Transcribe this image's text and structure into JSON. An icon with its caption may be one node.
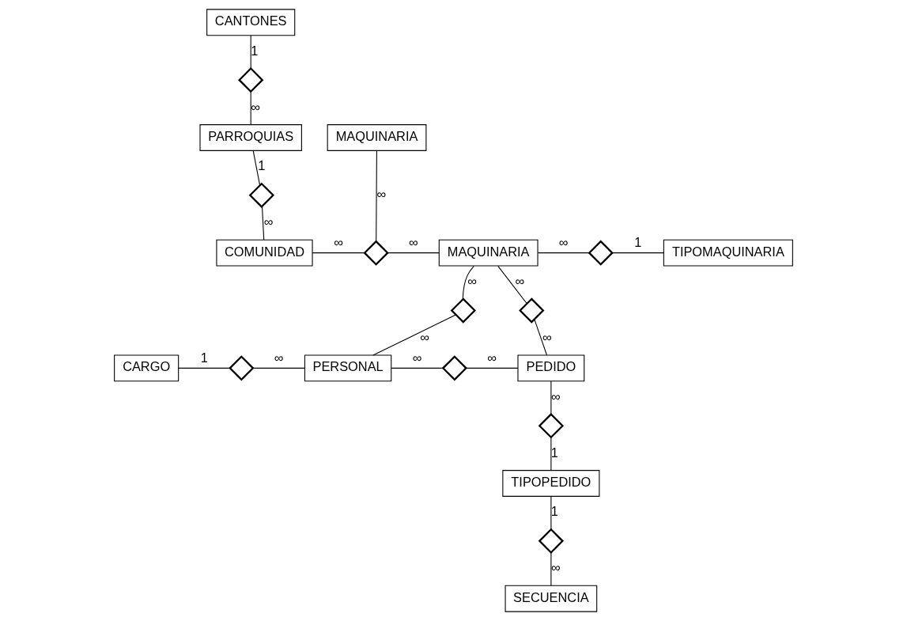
{
  "diagram": {
    "nodes": [
      {
        "text": [
          "CANTONES"
        ]
      },
      {
        "text": [
          "PARROQUIAS"
        ]
      },
      {
        "text": [
          "COMUNIDAD"
        ]
      },
      {
        "text": [
          "MAQUINARIA"
        ]
      },
      {
        "text": [
          "MAQUINARIA"
        ]
      },
      {
        "text": [
          "TIPOMAQUINARIA"
        ]
      },
      {
        "text": [
          "CARGO"
        ]
      },
      {
        "text": [
          "PERSONAL"
        ]
      },
      {
        "text": [
          "PEDIDO"
        ]
      },
      {
        "text": [
          "TIPOPEDIDO"
        ]
      },
      {
        "text": [
          "SECUENCIA"
        ]
      },
      {
        "text": [],
        "shape": "diamond"
      },
      {
        "text": [],
        "shape": "diamond"
      },
      {
        "text": [],
        "shape": "diamond"
      },
      {
        "text": [],
        "shape": "diamond"
      },
      {
        "text": [],
        "shape": "diamond"
      },
      {
        "text": [],
        "shape": "diamond"
      },
      {
        "text": [],
        "shape": "diamond"
      },
      {
        "text": [],
        "shape": "diamond"
      },
      {
        "text": [],
        "shape": "diamond"
      },
      {
        "text": [],
        "shape": "diamond"
      }
    ],
    "edges": [
      {
        "from": 0,
        "to": 11,
        "arrow": "none",
        "label": "1"
      },
      {
        "from": 1,
        "to": 11,
        "arrow": "none",
        "label": "∞"
      },
      {
        "from": 1,
        "to": 12,
        "arrow": "none",
        "label": "1"
      },
      {
        "from": 2,
        "to": 12,
        "arrow": "none",
        "label": "∞"
      },
      {
        "from": 2,
        "to": 13,
        "arrow": "none",
        "label": "∞"
      },
      {
        "from": 3,
        "to": 13,
        "arrow": "none",
        "label": "∞"
      },
      {
        "from": 4,
        "to": 13,
        "arrow": "none",
        "label": "∞"
      },
      {
        "from": 4,
        "to": 14,
        "arrow": "none",
        "label": "∞"
      },
      {
        "from": 5,
        "to": 14,
        "arrow": "none",
        "label": "1"
      },
      {
        "from": 4,
        "to": 15,
        "arrow": "none",
        "label": "∞"
      },
      {
        "from": 7,
        "to": 15,
        "arrow": "none",
        "label": "∞"
      },
      {
        "from": 4,
        "to": 16,
        "arrow": "none",
        "label": "∞"
      },
      {
        "from": 8,
        "to": 16,
        "arrow": "none",
        "label": "∞"
      },
      {
        "from": 6,
        "to": 17,
        "arrow": "none",
        "label": "1"
      },
      {
        "from": 7,
        "to": 17,
        "arrow": "none",
        "label": "∞"
      },
      {
        "from": 7,
        "to": 18,
        "arrow": "none",
        "label": "∞"
      },
      {
        "from": 8,
        "to": 18,
        "arrow": "none",
        "label": "∞"
      },
      {
        "from": 8,
        "to": 19,
        "arrow": "none",
        "label": "∞"
      },
      {
        "from": 9,
        "to": 19,
        "arrow": "none",
        "label": "1"
      },
      {
        "from": 9,
        "to": 20,
        "arrow": "none",
        "label": "1"
      },
      {
        "from": 10,
        "to": 20,
        "arrow": "none",
        "label": "∞"
      }
    ]
  }
}
